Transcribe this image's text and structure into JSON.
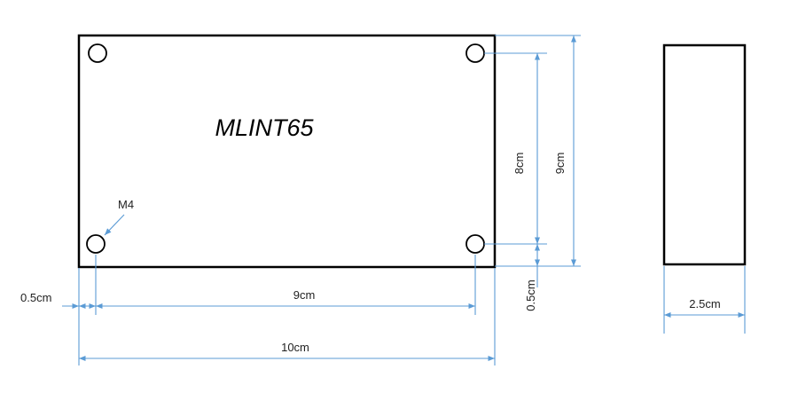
{
  "title": "MLINT65",
  "labels": {
    "hole": "M4",
    "edge_offset": "0.5cm",
    "hole_span_x": "9cm",
    "total_width": "10cm",
    "hole_span_y": "8cm",
    "total_height": "9cm",
    "bottom_offset": "0.5cm",
    "thickness": "2.5cm"
  },
  "colors": {
    "outline": "#000000",
    "dimension": "#5b9bd5",
    "text": "#222222"
  }
}
